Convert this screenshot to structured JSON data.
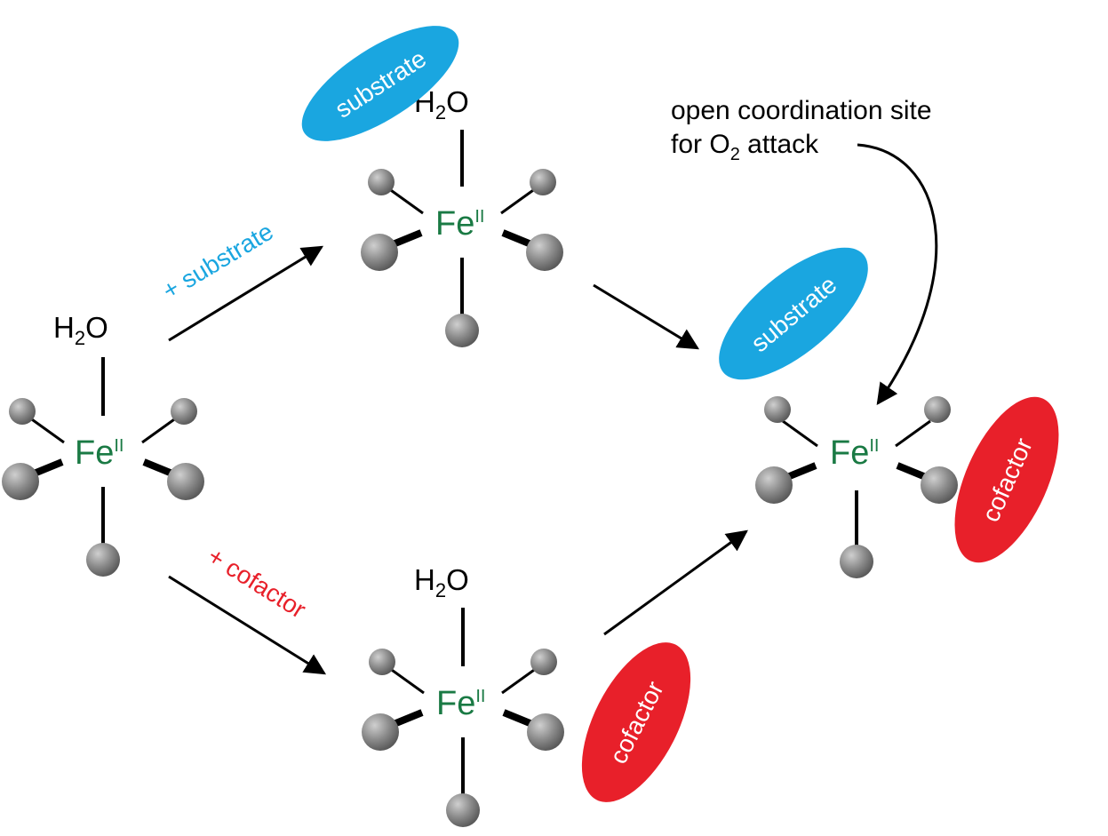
{
  "colors": {
    "substrate": "#1aa6e0",
    "cofactor": "#e8202a",
    "iron": "#1a7a44",
    "bond": "#000000",
    "arrow": "#000000",
    "ligand_dark": "#6f6f6f",
    "ligand_light": "#cfcfcf"
  },
  "iron_label": {
    "symbol": "Fe",
    "oxidation_state": "II"
  },
  "water_label": {
    "prefix": "H",
    "subscript": "2",
    "suffix": "O"
  },
  "complexes": [
    {
      "id": "resting",
      "has_water": true,
      "substrate_bound": false,
      "cofactor_bound": false
    },
    {
      "id": "substrate-bound",
      "has_water": true,
      "substrate_bound": true,
      "cofactor_bound": false
    },
    {
      "id": "cofactor-bound",
      "has_water": true,
      "substrate_bound": false,
      "cofactor_bound": true
    },
    {
      "id": "ternary",
      "has_water": false,
      "substrate_bound": true,
      "cofactor_bound": true
    }
  ],
  "blobs": {
    "substrate_label": "substrate",
    "cofactor_label": "cofactor"
  },
  "arrows": {
    "add_substrate_label": "+ substrate",
    "add_cofactor_label": "+ cofactor"
  },
  "annotation": {
    "line1": "open coordination site",
    "line2_prefix": "for O",
    "line2_subscript": "2",
    "line2_suffix": " attack"
  }
}
